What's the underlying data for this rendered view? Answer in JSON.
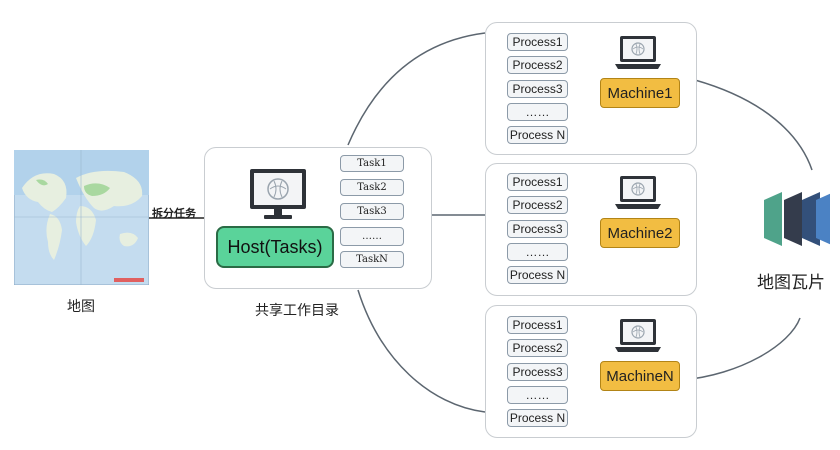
{
  "map": {
    "caption": "地图"
  },
  "split_label": "拆分任务",
  "host": {
    "label": "Host(Tasks)",
    "tasks": [
      "Task1",
      "Task2",
      "Task3",
      "……",
      "TaskN"
    ],
    "caption": "共享工作目录"
  },
  "machines": [
    {
      "label": "Machine1",
      "processes": [
        "Process1",
        "Process2",
        "Process3",
        "……",
        "Process N"
      ]
    },
    {
      "label": "Machine2",
      "processes": [
        "Process1",
        "Process2",
        "Process3",
        "……",
        "Process N"
      ]
    },
    {
      "label": "MachineN",
      "processes": [
        "Process1",
        "Process2",
        "Process3",
        "……",
        "Process N"
      ]
    }
  ],
  "tiles": {
    "caption": "地图瓦片",
    "colors": [
      "#4fa38a",
      "#343c4c",
      "#33507a",
      "#4b82c4"
    ]
  },
  "colors": {
    "machine": "#f2bd42",
    "host": "#5ad39a",
    "line": "#5c6670"
  }
}
